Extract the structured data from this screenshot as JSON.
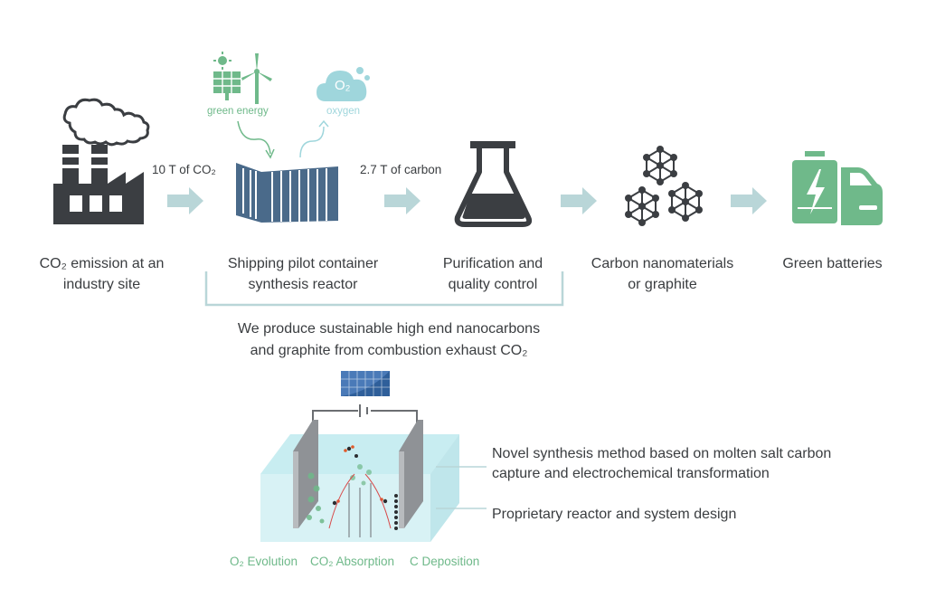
{
  "stages": [
    {
      "id": "emission",
      "label_line1": "CO₂ emission at an",
      "label_line2": "industry site"
    },
    {
      "id": "reactor",
      "label_line1": "Shipping pilot container",
      "label_line2": "synthesis reactor"
    },
    {
      "id": "purification",
      "label_line1": "Purification and",
      "label_line2": "quality control"
    },
    {
      "id": "nanomaterials",
      "label_line1": "Carbon nanomaterials",
      "label_line2": "or graphite"
    },
    {
      "id": "batteries",
      "label_line1": "Green batteries",
      "label_line2": ""
    }
  ],
  "flows": {
    "co2_input": "10 T of CO₂",
    "carbon_output": "2.7 T of carbon"
  },
  "inputs": {
    "green_energy": "green energy",
    "oxygen": "oxygen",
    "oxygen_symbol": "O₂"
  },
  "summary": {
    "line1": "We produce sustainable high end nanocarbons",
    "line2": "and graphite from combustion exhaust CO₂"
  },
  "features": [
    {
      "line1": "Novel synthesis method based on molten salt carbon",
      "line2": "capture and electrochemical transformation"
    },
    {
      "line1": "Proprietary reactor and system design",
      "line2": ""
    }
  ],
  "cell_labels": {
    "o2_evolution": "O₂ Evolution",
    "co2_absorption": "CO₂ Absorption",
    "c_deposition": "C Deposition"
  },
  "colors": {
    "dark_icon": "#3b3e42",
    "reactor_blue": "#4a6a8a",
    "green": "#6fb98a",
    "light_cyan": "#9fd6dc",
    "arrow": "#b9d6d8",
    "bracket": "#b9d6d8",
    "electrolyte": "#d8f2f5"
  },
  "icons": [
    "factory-icon",
    "solar-panel-icon",
    "wind-turbine-icon",
    "oxygen-cloud-icon",
    "shipping-container-icon",
    "flask-icon",
    "molecule-icon",
    "battery-car-icon",
    "solar-cell-icon"
  ]
}
